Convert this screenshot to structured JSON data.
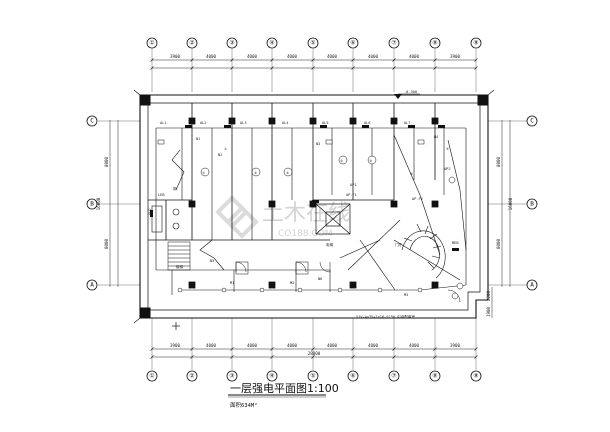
{
  "drawing": {
    "title": "一层强电平面图1:100",
    "area_note": "面积634M²",
    "watermark_main": "土木在线",
    "watermark_sub": "CO188.COM",
    "elevation_mark": "-0.300"
  },
  "axes_top": [
    "①",
    "②",
    "③",
    "④",
    "⑤",
    "⑥",
    "⑦",
    "⑧",
    "⑨"
  ],
  "axes_side": [
    "C",
    "B",
    "A"
  ],
  "dims_top": [
    "3900",
    "4000",
    "4000",
    "4000",
    "4000",
    "4000",
    "4000",
    "3900"
  ],
  "dims_bottom": [
    "3900",
    "4000",
    "4000",
    "4000",
    "4000",
    "4000",
    "4000",
    "3900"
  ],
  "dim_total": "28000",
  "dims_left": [
    "8000",
    "16000",
    "8000"
  ],
  "dims_right": [
    "8000",
    "16000",
    "8000"
  ],
  "dim_corner": [
    "2200",
    "1900"
  ],
  "room_labels": [
    "厕",
    "①",
    "①",
    "②",
    "②",
    "③",
    "③",
    "②",
    "④",
    "楼梯",
    "门厅",
    "电梯",
    "ALD"
  ],
  "panel_labels": [
    "AL1",
    "AL2",
    "AL3",
    "AL4",
    "AL5",
    "AL6",
    "AL7",
    "AP1",
    "AP2",
    "AP-F1",
    "AP-F2",
    "N1",
    "N2",
    "N3",
    "N4",
    "N5",
    "N6",
    "M1",
    "M2",
    "M3",
    "LEB",
    "MEB"
  ],
  "cable_note": "YJV-4x35+1x16-SC50  引自配电室"
}
